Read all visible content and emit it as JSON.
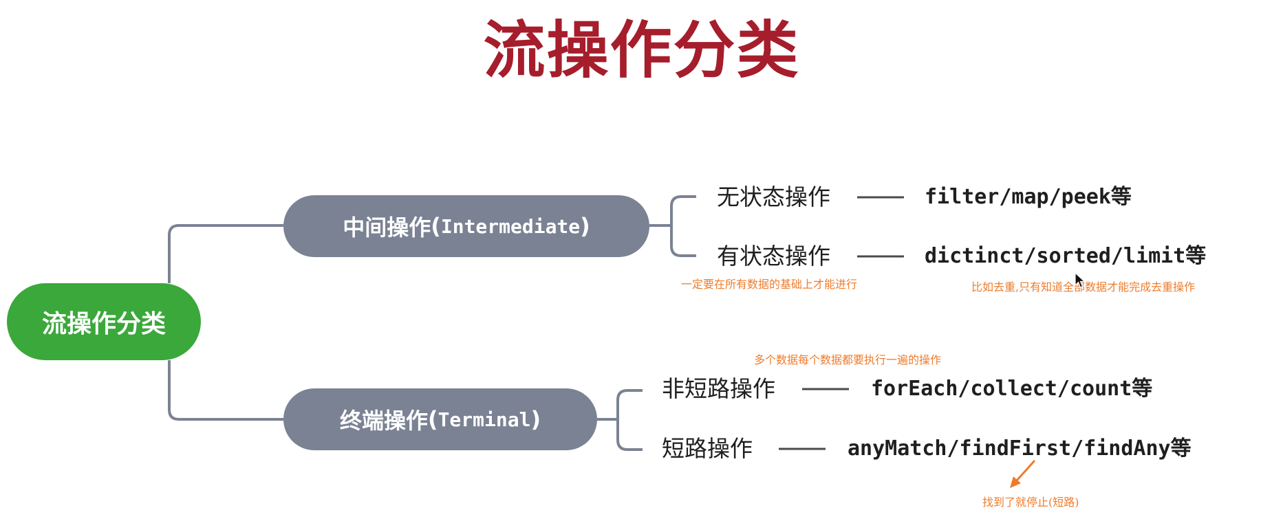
{
  "title": "流操作分类",
  "root": {
    "label": "流操作分类"
  },
  "branches": [
    {
      "label_cn": "中间操作",
      "label_en": "Intermediate",
      "paren_open": "(",
      "paren_close": ")",
      "leaves": [
        {
          "label": "无状态操作",
          "ops": "filter/map/peek等"
        },
        {
          "label": "有状态操作",
          "ops": "dictinct/sorted/limit等"
        }
      ]
    },
    {
      "label_cn": "终端操作",
      "label_en": "Terminal",
      "paren_open": "(",
      "paren_close": ")",
      "leaves": [
        {
          "label": "非短路操作",
          "ops": "forEach/collect/count等"
        },
        {
          "label": "短路操作",
          "ops": "anyMatch/findFirst/findAny等"
        }
      ]
    }
  ],
  "notes": {
    "stateful_foundation": "一定要在所有数据的基础上才能进行",
    "distinct_example": "比如去重,只有知道全部数据才能完成去重操作",
    "non_short_circuit": "多个数据每个数据都要执行一遍的操作",
    "short_circuit": "找到了就停止(短路)"
  },
  "colors": {
    "title": "#a61d2c",
    "root": "#3aa83a",
    "branch": "#7a8293",
    "connector": "#7a8293",
    "note": "#ef7b2a"
  }
}
